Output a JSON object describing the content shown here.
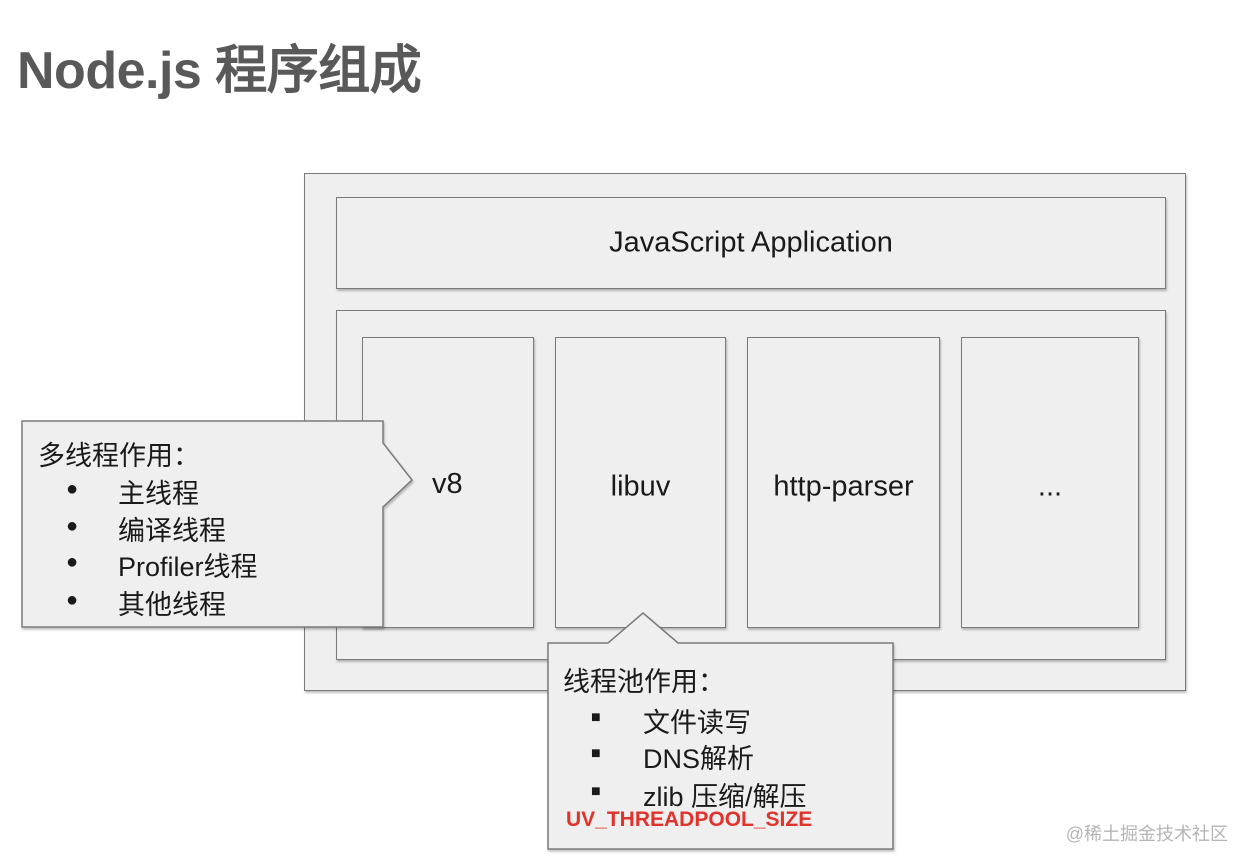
{
  "title": "Node.js 程序组成",
  "app_box": {
    "label": "JavaScript Application"
  },
  "components": [
    {
      "label": "v8"
    },
    {
      "label": "libuv"
    },
    {
      "label": "http-parser"
    },
    {
      "label": "..."
    }
  ],
  "multithread_callout": {
    "heading": "多线程作用：",
    "bullet_char": "●",
    "items": [
      "主线程",
      "编译线程",
      "Profiler线程",
      "其他线程"
    ]
  },
  "threadpool_callout": {
    "heading": "线程池作用：",
    "bullet_char": "■",
    "items": [
      "文件读写",
      "DNS解析",
      "zlib 压缩/解压"
    ],
    "env_var": "UV_THREADPOOL_SIZE"
  },
  "watermark": "@稀土掘金技术社区",
  "colors": {
    "box_fill": "#efefef",
    "box_border": "#7a7a7a",
    "title": "#595959",
    "env_var": "#e0332b"
  }
}
